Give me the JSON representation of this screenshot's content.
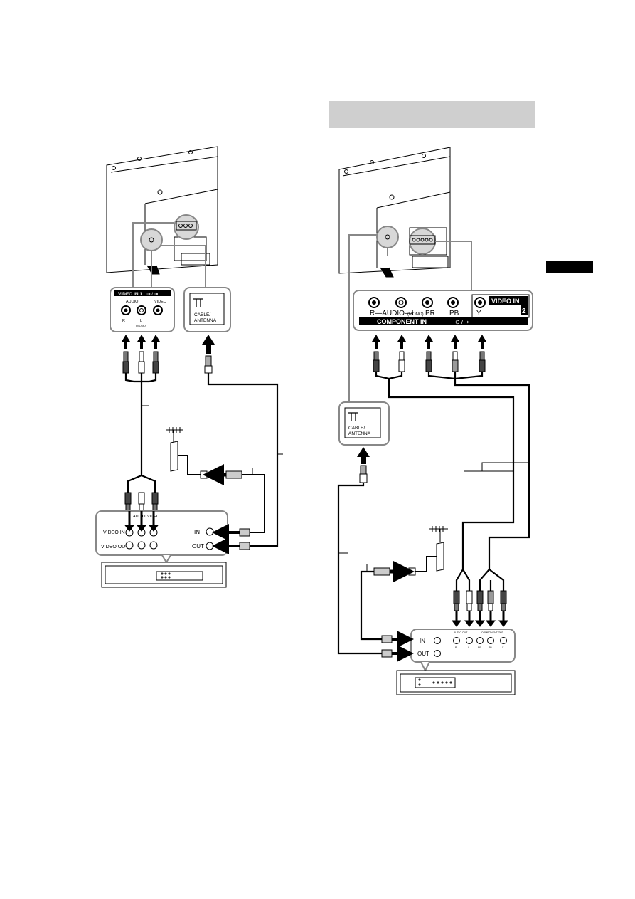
{
  "left_diagram": {
    "video_in_panel": {
      "title": "VIDEO IN 1",
      "audio_label": "AUDIO",
      "video_label": "VIDEO",
      "r_label": "R",
      "l_label": "L",
      "mono_label": "(MONO)"
    },
    "antenna_panel": {
      "line1": "CABLE/",
      "line2": "ANTENNA"
    },
    "vcr_panel": {
      "audio_label": "AUDIO",
      "video_label": "VIDEO",
      "video_in": "VIDEO IN",
      "video_out": "VIDEO OUT",
      "in_label": "IN",
      "out_label": "OUT"
    }
  },
  "right_diagram": {
    "component_panel": {
      "audio_label": "R—AUDIO—L",
      "mono_label": "(MONO)",
      "pr_label": "PR",
      "pb_label": "PB",
      "y_label": "Y",
      "video_in_label": "VIDEO IN",
      "video_in_number": "2",
      "component_in_label": "COMPONENT IN"
    },
    "antenna_panel": {
      "line1": "CABLE/",
      "line2": "ANTENNA"
    },
    "device_panel": {
      "audio_out": "AUDIO OUT",
      "component_out": "COMPONENT OUT",
      "in_label": "IN",
      "out_label": "OUT",
      "port_labels": [
        "R",
        "L",
        "PR",
        "PB",
        "Y"
      ]
    }
  },
  "colors": {
    "header_gray": "#cfcfcf",
    "panel_border": "#8a8a8a",
    "ink": "#000000"
  }
}
